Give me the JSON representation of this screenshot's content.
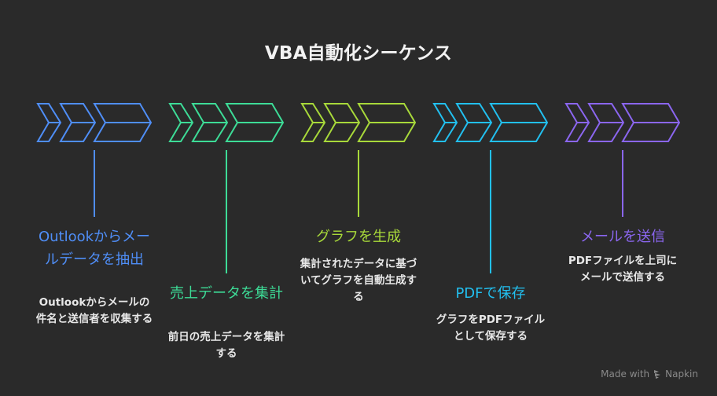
{
  "title": "VBA自動化シーケンス",
  "steps": [
    {
      "title": "Outlookからメールデータを抽出",
      "description": "Outlookからメールの件名と送信者を収集する",
      "color": "#4f8ef7"
    },
    {
      "title": "売上データを集計",
      "description": "前日の売上データを集計する",
      "color": "#3ddc97"
    },
    {
      "title": "グラフを生成",
      "description": "集計されたデータに基づいてグラフを自動生成する",
      "color": "#a8d93a"
    },
    {
      "title": "PDFで保存",
      "description": "グラフをPDFファイルとして保存する",
      "color": "#22c0f0"
    },
    {
      "title": "メールを送信",
      "description": "PDFファイルを上司にメールで送信する",
      "color": "#8b66f0"
    }
  ],
  "footer": {
    "made_with": "Made with",
    "brand": "Napkin",
    "icon": "napkin-logo-icon"
  }
}
